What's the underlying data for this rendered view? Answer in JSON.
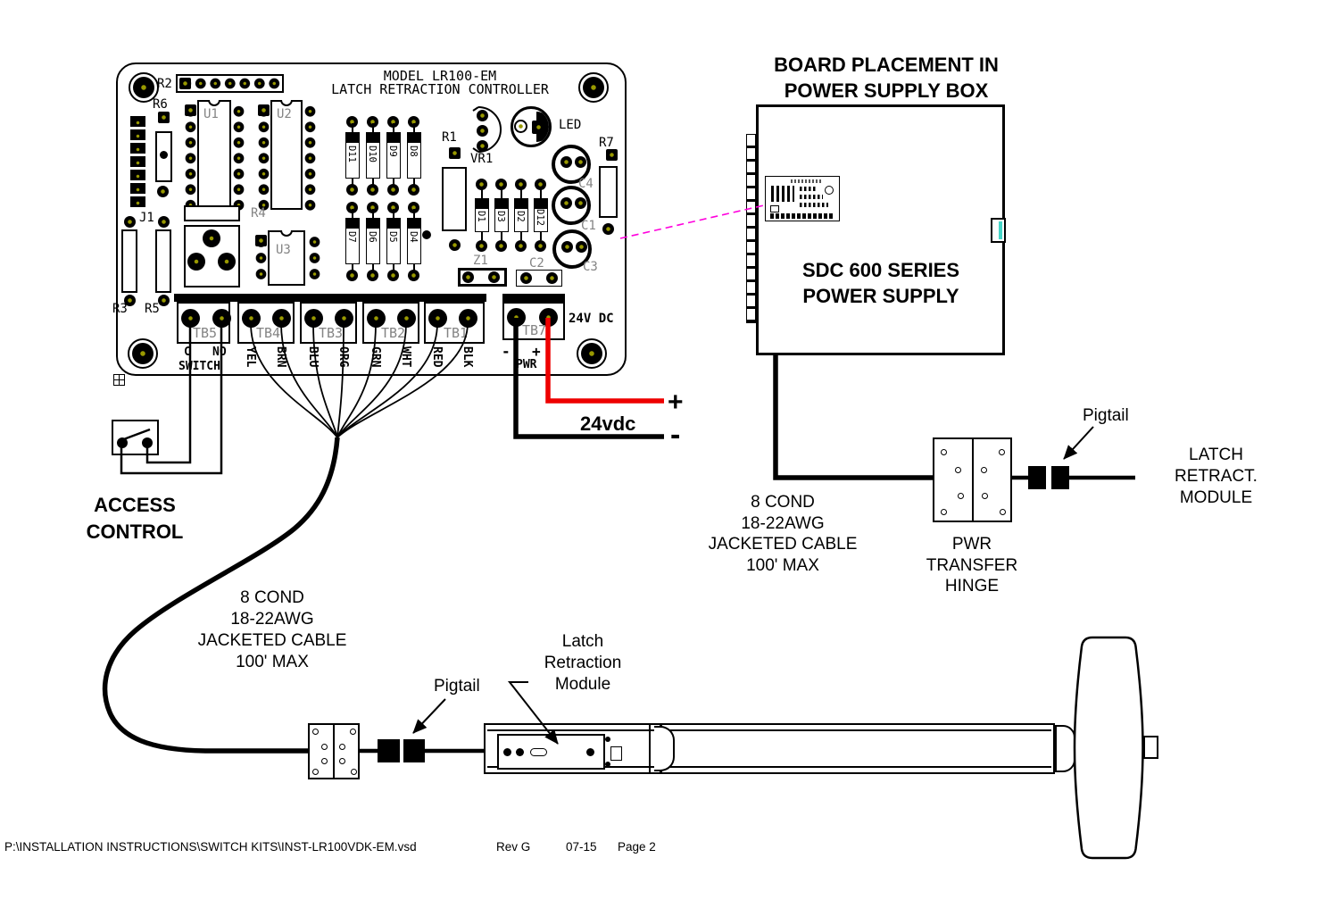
{
  "board": {
    "title_line1": "MODEL LR100-EM",
    "title_line2": "LATCH RETRACTION CONTROLLER",
    "refs": {
      "r2": "R2",
      "r6": "R6",
      "j1": "J1",
      "r3": "R3",
      "r5": "R5",
      "r4": "R4",
      "u1": "U1",
      "u2": "U2",
      "u3": "U3",
      "r1": "R1",
      "vr1": "VR1",
      "led": "LED",
      "r7": "R7",
      "c1": "C1",
      "c2": "C2",
      "c3": "C3",
      "c4": "C4",
      "z1": "Z1"
    },
    "diodes_top": [
      "D11",
      "D10",
      "D9",
      "D8"
    ],
    "diodes_bottom": [
      "D7",
      "D6",
      "D5",
      "D4"
    ],
    "diodes_right": [
      "D1",
      "D3",
      "D2",
      "D12"
    ],
    "terminal_blocks": [
      "TB5",
      "TB4",
      "TB3",
      "TB2",
      "TB1",
      "TB7"
    ],
    "switch_terms": {
      "c": "C",
      "no": "NO",
      "switch": "SWITCH"
    },
    "wire_colors": [
      "YEL",
      "BRN",
      "BLU",
      "ORG",
      "GRN",
      "WHT",
      "RED",
      "BLK"
    ],
    "pwr": {
      "minus": "-",
      "plus": "+",
      "label": "PWR"
    },
    "supply_rating": "24V DC"
  },
  "psu": {
    "heading_line1": "BOARD PLACEMENT IN",
    "heading_line2": "POWER SUPPLY BOX",
    "name_line1": "SDC 600 SERIES",
    "name_line2": "POWER SUPPLY"
  },
  "vdc": {
    "label": "24vdc",
    "plus": "+",
    "minus": "-"
  },
  "cable_right": {
    "l1": "8 COND",
    "l2": "18-22AWG",
    "l3": "JACKETED CABLE",
    "l4": "100' MAX"
  },
  "cable_left": {
    "l1": "8 COND",
    "l2": "18-22AWG",
    "l3": "JACKETED CABLE",
    "l4": "100' MAX"
  },
  "hinge_label": {
    "l1": "PWR",
    "l2": "TRANSFER",
    "l3": "HINGE"
  },
  "pigtails": {
    "top": "Pigtail",
    "bottom": "Pigtail"
  },
  "latch_module_right": {
    "l1": "LATCH",
    "l2": "RETRACT.",
    "l3": "MODULE"
  },
  "latch_module_bottom": {
    "l1": "Latch",
    "l2": "Retraction",
    "l3": "Module"
  },
  "access_control": {
    "l1": "ACCESS",
    "l2": "CONTROL"
  },
  "footer": {
    "path": "P:\\INSTALLATION INSTRUCTIONS\\SWITCH KITS\\INST-LR100VDK-EM.vsd",
    "rev": "Rev G",
    "date": "07-15",
    "page": "Page 2"
  },
  "colors": {
    "wire_red": "#ee0000",
    "magenta": "#ff00dd",
    "teal": "#45d6c8",
    "pad_mark": "#999900",
    "silkscreen": "#848484"
  }
}
